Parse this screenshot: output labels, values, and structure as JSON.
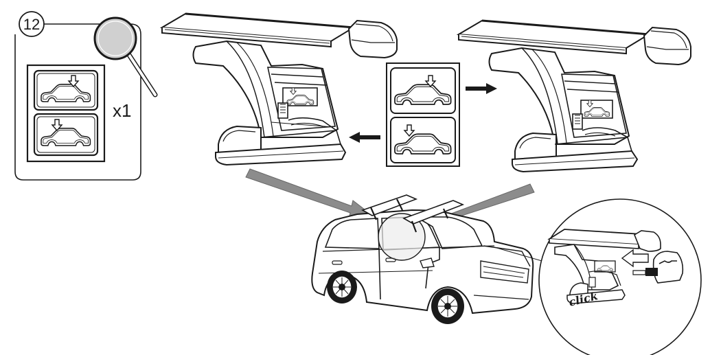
{
  "step": {
    "number": "12",
    "quantity": "x1"
  },
  "callout": {
    "sound_text": "click"
  },
  "colors": {
    "stroke": "#1a1a1a",
    "arrow_gray": "#8c8c8c",
    "shade": "#d9d9d9",
    "background": "#ffffff"
  },
  "icons": [
    "magnifier-icon",
    "car-sticker-icon",
    "arrow-right-icon",
    "arrow-left-icon"
  ]
}
